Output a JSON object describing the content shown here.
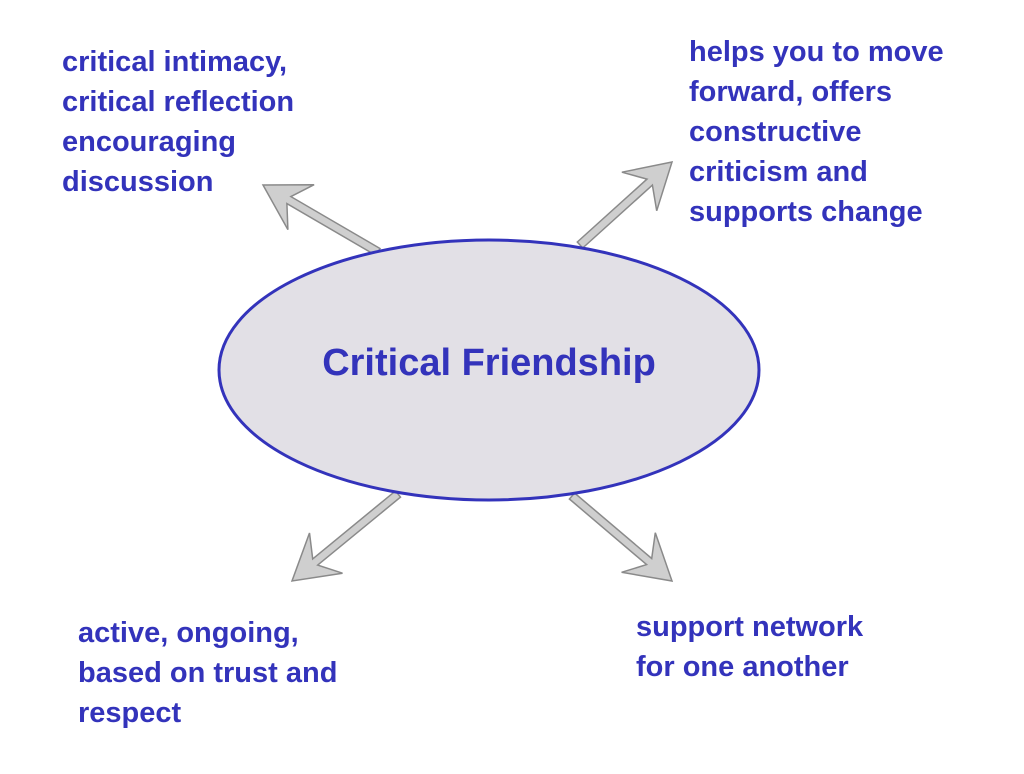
{
  "center": {
    "title": "Critical Friendship"
  },
  "labels": {
    "top_left": [
      "critical intimacy,",
      "critical reflection",
      "encouraging",
      "discussion"
    ],
    "top_right": [
      "helps you to move",
      "forward, offers",
      "constructive",
      "criticism and",
      "supports change"
    ],
    "bottom_left": [
      "active, ongoing,",
      "based on trust and",
      "respect"
    ],
    "bottom_right": [
      "support network",
      "for one another"
    ]
  },
  "colors": {
    "text": "#3333bb",
    "ellipse_fill": "#e2e0e6",
    "ellipse_stroke": "#3333bb",
    "arrow_fill": "#cfcfcf",
    "arrow_stroke": "#8a8a8a"
  }
}
